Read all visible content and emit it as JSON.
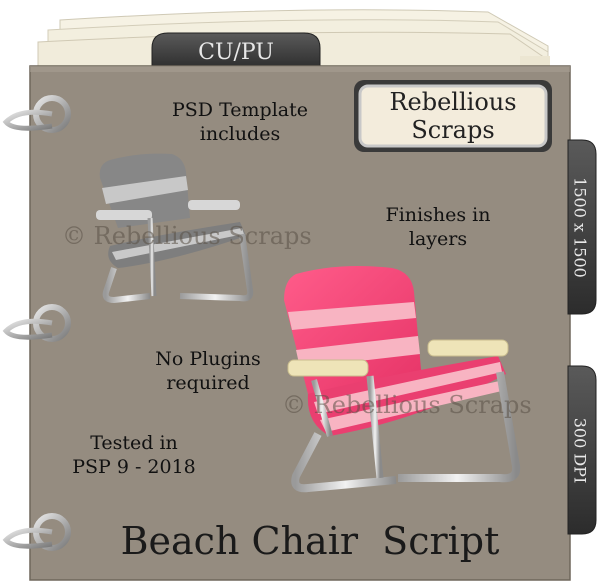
{
  "top_tab": "CU/PU",
  "logo": {
    "line1": "Rebellious",
    "line2": "Scraps"
  },
  "side_tabs": [
    "1500 x 1500",
    "300 DPI"
  ],
  "features": {
    "psd_line1": "PSD Template",
    "psd_line2": "includes",
    "finishes_line1": "Finishes in",
    "finishes_line2": "layers",
    "plugins_line1": "No Plugins",
    "plugins_line2": "required",
    "tested_line1": "Tested in",
    "tested_line2": "PSP 9 - 2018"
  },
  "watermark": "© Rebellious Scraps",
  "product_title": "Beach Chair  Script",
  "colors": {
    "cover": "#958c80",
    "pages": "#f3efdf",
    "tab": "#3e3e3e",
    "chair_seat": "#f04a78",
    "chair_stripe": "#f8b4c2",
    "grey_seat": "#8a8a8a",
    "arm_rest": "#eee4b8"
  },
  "icons": [
    "binder-ring-icon",
    "beach-chair-pink",
    "beach-chair-grey"
  ]
}
